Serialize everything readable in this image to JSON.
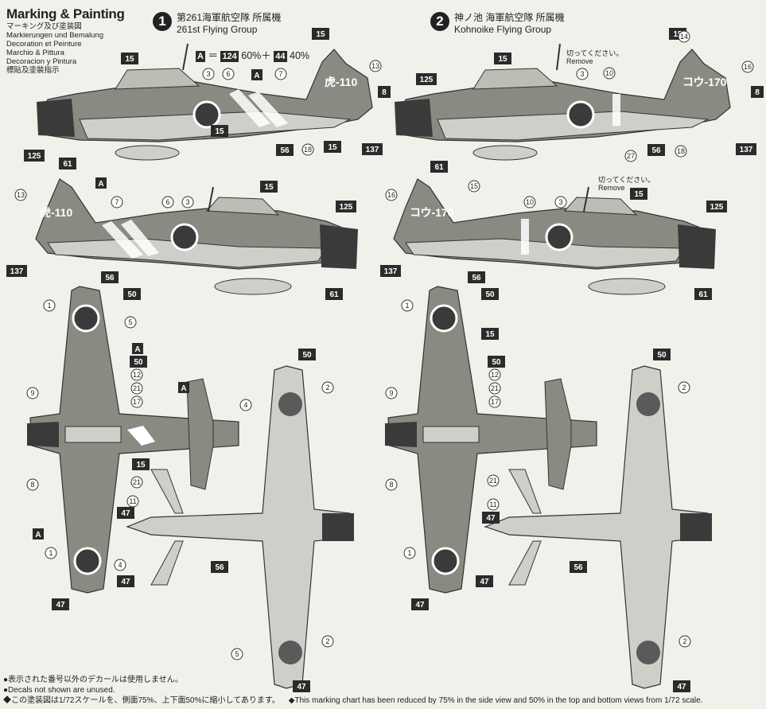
{
  "header": {
    "title": "Marking & Painting",
    "lines": [
      "マーキング及び塗装図",
      "Markierungen und Bemalung",
      "Decoration et Peinture",
      "Marchio & Pittura",
      "Decoracion y Pintura",
      "標貼及塗裝指示"
    ]
  },
  "marking1": {
    "num": "1",
    "jp": "第261海軍航空隊 所属機",
    "en": "261st Flying Group",
    "tail_code": "虎-110"
  },
  "marking2": {
    "num": "2",
    "jp": "神ノ池 海軍航空隊 所属機",
    "en": "Kohnoike Flying Group",
    "tail_code": "コウ-170"
  },
  "paint_mix": {
    "a": "A",
    "eq": "＝",
    "c1": "124",
    "p1": "60%＋",
    "c2": "44",
    "p2": "40%"
  },
  "remove_note": {
    "jp": "切ってください。",
    "en": "Remove"
  },
  "decal_numbers": {
    "n1": "1",
    "n2": "2",
    "n3": "3",
    "n4": "4",
    "n5": "5",
    "n6": "6",
    "n7": "7",
    "n8": "8",
    "n9": "9",
    "n10": "10",
    "n11": "11",
    "n12": "12",
    "n13": "13",
    "n14": "14",
    "n15": "15",
    "n16": "16",
    "n17": "17",
    "n18": "18",
    "n21": "21",
    "n27": "27",
    "n47": "47",
    "n50": "50",
    "n56": "56",
    "n61": "61",
    "n125": "125",
    "n137": "137",
    "A": "A"
  },
  "notes": {
    "line1": "●表示された番号以外のデカールは使用しません。",
    "line2": "●Decals not shown are unused.",
    "line3": "◆この塗装図は1/72スケールを、側面75%、上下面50%に縮小してあります。",
    "line4": "◆This marking chart has been reduced by 75% in the side view and 50% in the top and bottom views from 1/72 scale."
  },
  "colors": {
    "green": "#8a8a82",
    "grey": "#cfcfca",
    "dark": "#3a3a3a",
    "bg": "#f1f0ea"
  }
}
